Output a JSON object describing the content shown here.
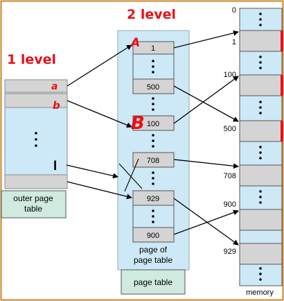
{
  "annotations": {
    "level1": "1 level",
    "level2": "2 level",
    "mark_a_outer": "a",
    "mark_b_outer": "b",
    "mark_a_inner": "A",
    "mark_b_inner": "B",
    "cursor": "I"
  },
  "outer_page_table": {
    "label": "outer page table"
  },
  "page_of_page_table": {
    "label": "page of page table",
    "entries": [
      "1",
      "500",
      "100",
      "708",
      "929",
      "900"
    ]
  },
  "page_table_label": "page table",
  "memory": {
    "label": "memory",
    "addresses": [
      "0",
      "1",
      "100",
      "500",
      "708",
      "900",
      "929"
    ]
  },
  "colors": {
    "table_fill": "#cde8f6",
    "entry_fill": "#d4d4d4",
    "label_box_fill": "#cfeadf",
    "border": "#c8872c",
    "annotation": "#e8101a"
  }
}
